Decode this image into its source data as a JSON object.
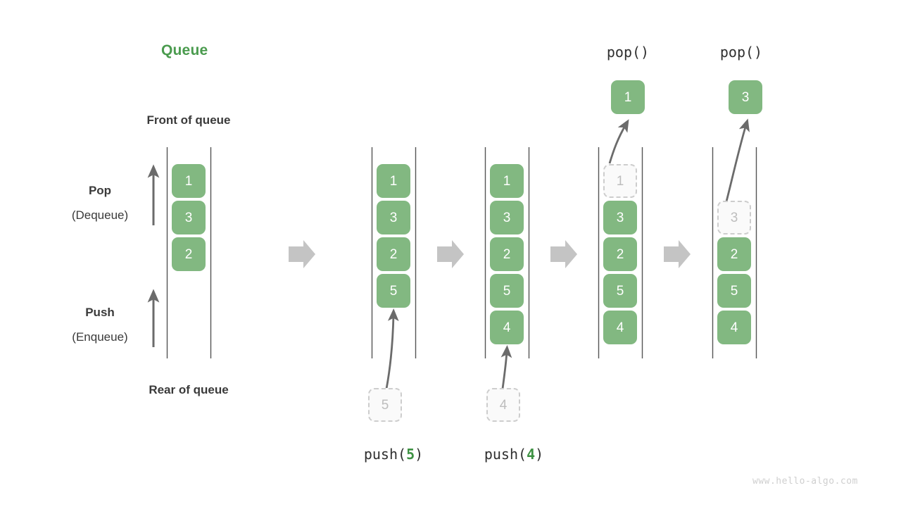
{
  "meta": {
    "title": "Queue",
    "watermark": "www.hello-algo.com",
    "accent_green": "#4a9b4e",
    "cell_green": "#82b881",
    "ghost_fill": "#fafafa",
    "ghost_border": "#cdcdcd",
    "ghost_text": "#bdbdbd",
    "rail_color": "#555555",
    "arrow_color": "#6b6b6b",
    "step_arrow_color": "#c4c4c4",
    "text_color": "#3a3a3a"
  },
  "labels": {
    "front_of_queue": "Front of queue",
    "rear_of_queue": "Rear of queue",
    "pop_bold": "Pop",
    "pop_plain": "(Dequeue)",
    "push_bold": "Push",
    "push_plain": "(Enqueue)"
  },
  "columns": [
    {
      "id": "initial-queue",
      "op_prefix": "",
      "op_arg": "",
      "op_suffix": "",
      "op_label": "",
      "cells": [
        "1",
        "3",
        "2"
      ],
      "ghost_index": -1,
      "incoming": null,
      "popped": null
    },
    {
      "id": "after-push-5",
      "op_prefix": "push(",
      "op_arg": "5",
      "op_suffix": ")",
      "op_label": "push(5)",
      "cells": [
        "1",
        "3",
        "2",
        "5"
      ],
      "ghost_index": -1,
      "incoming": "5",
      "popped": null
    },
    {
      "id": "after-push-4",
      "op_prefix": "push(",
      "op_arg": "4",
      "op_suffix": ")",
      "op_label": "push(4)",
      "cells": [
        "1",
        "3",
        "2",
        "5",
        "4"
      ],
      "ghost_index": -1,
      "incoming": "4",
      "popped": null
    },
    {
      "id": "after-pop-1",
      "op_prefix": "pop(",
      "op_arg": "",
      "op_suffix": ")",
      "op_label": "pop()",
      "cells": [
        "1",
        "3",
        "2",
        "5",
        "4"
      ],
      "ghost_index": 0,
      "incoming": null,
      "popped": "1"
    },
    {
      "id": "after-pop-3",
      "op_prefix": "pop(",
      "op_arg": "",
      "op_suffix": ")",
      "op_label": "pop()",
      "cells": [
        "3",
        "2",
        "5",
        "4"
      ],
      "ghost_index": 0,
      "incoming": null,
      "popped": "3"
    }
  ],
  "step_arrows": [
    {
      "name": "step-arrow-1"
    },
    {
      "name": "step-arrow-2"
    },
    {
      "name": "step-arrow-3"
    },
    {
      "name": "step-arrow-4"
    }
  ]
}
